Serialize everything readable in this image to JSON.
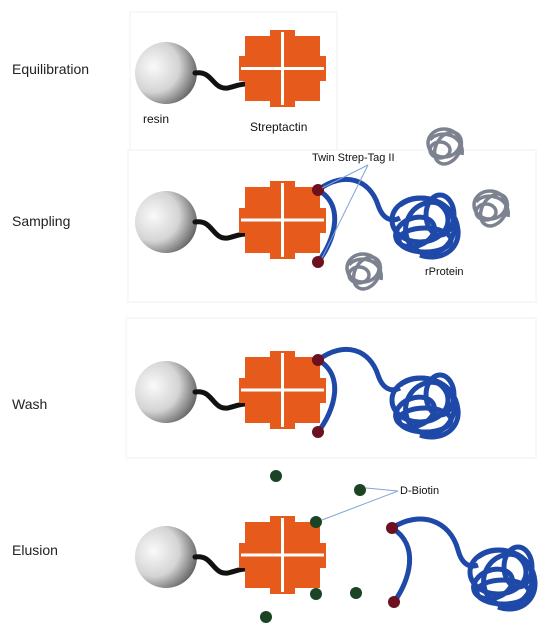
{
  "stages": [
    "Equilibration",
    "Sampling",
    "Wash",
    "Elusion"
  ],
  "labels": {
    "resin": "resin",
    "streptactin": "Streptactin",
    "twin_strep_tag": "Twin Strep-Tag II",
    "rprotein": "rProtein",
    "d_biotin": "D-Biotin"
  },
  "colors": {
    "streptactin": "#e65a1c",
    "tag": "#6d1020",
    "protein": "#1f49a8",
    "contaminant": "#7d8290",
    "biotin": "#1b4424",
    "linker": "#111111"
  }
}
